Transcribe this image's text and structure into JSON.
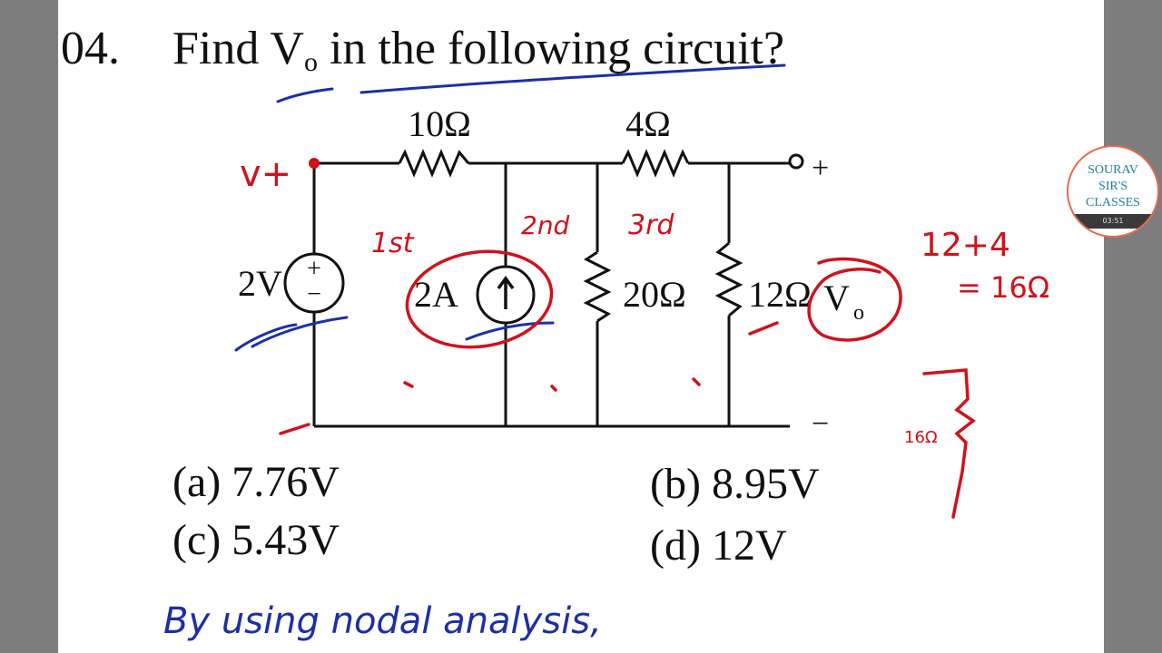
{
  "question": {
    "number": "04.",
    "text_before": "Find V",
    "subscript": "o",
    "text_after": " in the following circuit?"
  },
  "circuit": {
    "r1": "10Ω",
    "r2": "4Ω",
    "r3": "20Ω",
    "r4": "12Ω",
    "vsource": "2V",
    "isource": "2A",
    "vout": "V",
    "vout_sub": "o",
    "plus_sign": "+",
    "minus_sign": "−",
    "src_plus": "+",
    "src_minus": "−"
  },
  "options": {
    "a": "(a) 7.76V",
    "b": "(b) 8.95V",
    "c": "(c) 5.43V",
    "d": "(d) 12V"
  },
  "annotations": {
    "node_v": "v+",
    "first": "1st",
    "second": "2nd",
    "third": "3rd",
    "sum_line1": "12+4",
    "sum_line2": "= 16Ω",
    "r16": "16Ω",
    "nodal_text": "By using nodal analysis,",
    "colors": {
      "red": "#d0121b",
      "blue": "#1b2fa6"
    }
  },
  "logo": {
    "line1": "SOURAV",
    "line2": "SIR'S",
    "line3": "CLASSES",
    "timestamp": "03:51"
  }
}
